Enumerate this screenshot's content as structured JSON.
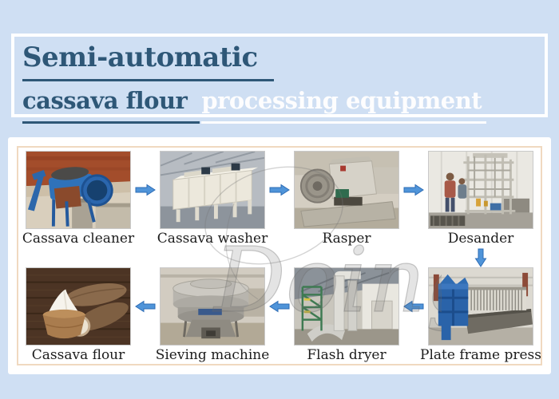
{
  "colors": {
    "page_bg": "#cfdff3",
    "title_dark_blue": "#2e5777",
    "title_white": "#fdfdfe",
    "panel_bg": "#ffffff",
    "panel_border": "#f0d9c0",
    "label_color": "#1c1c1c",
    "arrow_fill": "#4f94d9",
    "arrow_edge": "#2d6cb5"
  },
  "header": {
    "line1": "Semi-automatic",
    "line2_dark": "cassava flour",
    "line2_light": "processing equipment"
  },
  "flow": {
    "type": "process-flow",
    "direction_top_row": "left-to-right",
    "direction_bottom_row": "right-to-left",
    "top": [
      {
        "label": "Cassava cleaner"
      },
      {
        "label": "Cassava washer"
      },
      {
        "label": "Rasper"
      },
      {
        "label": "Desander"
      }
    ],
    "bottom": [
      {
        "label": "Cassava flour"
      },
      {
        "label": "Sieving machine"
      },
      {
        "label": "Flash dryer"
      },
      {
        "label": "Plate frame press"
      }
    ]
  },
  "watermark": "Doing"
}
